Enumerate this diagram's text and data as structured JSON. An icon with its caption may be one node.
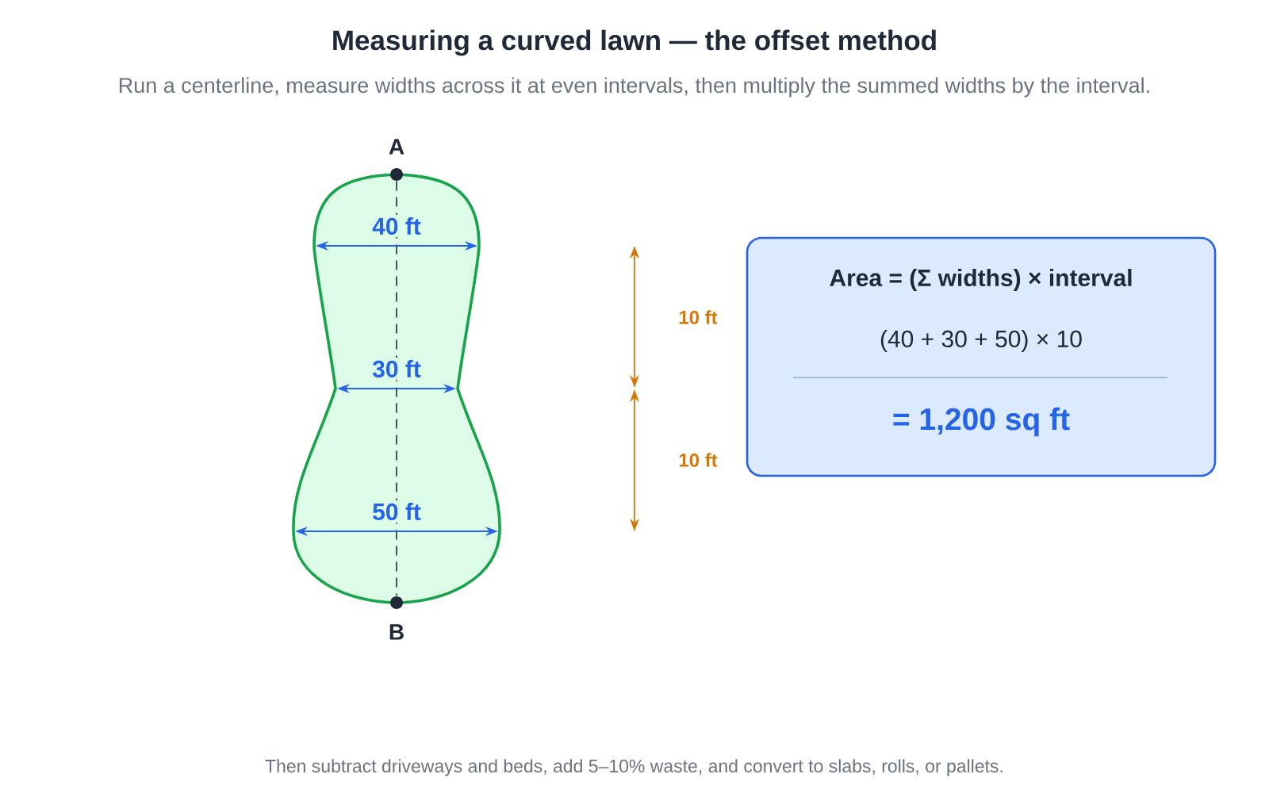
{
  "diagram": {
    "title": "Measuring a curved lawn — the offset method",
    "caption": "Then subtract driveways and beds, add 5–10% waste, and convert to slabs, rolls, or pallets.",
    "nodes": [
      {
        "text": [
          "A"
        ]
      },
      {
        "text": [
          "B"
        ]
      },
      {
        "text": [
          "Area = (Σ widths) × interval",
          "(40 + 30 + 50) × 10",
          "= 1,200 sq ft"
        ]
      }
    ],
    "edges": [
      {
        "from": 0,
        "to": 1,
        "arrow": "none",
        "style": "dashed"
      }
    ],
    "labels": [
      "Run a centerline, measure widths across it at even intervals, then multiply the summed widths by the interval.",
      "40 ft",
      "30 ft",
      "50 ft",
      "10 ft",
      "10 ft"
    ]
  }
}
